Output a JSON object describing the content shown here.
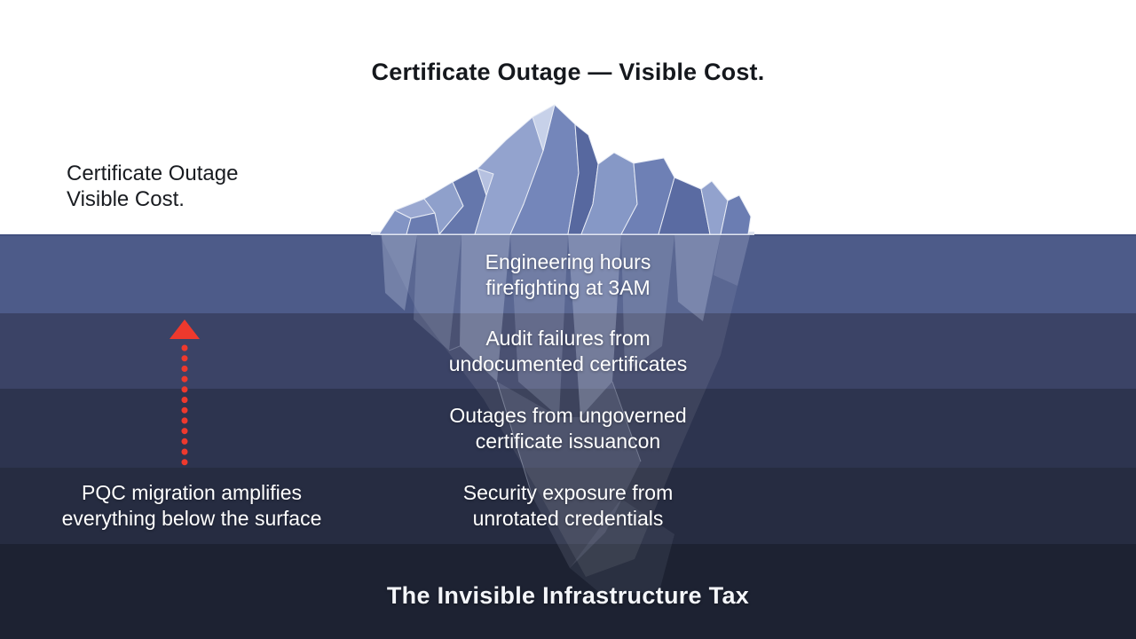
{
  "title": "Certificate Outage — Visible Cost.",
  "left_label": {
    "line1": "Certificate Outage",
    "line2": "Visible Cost."
  },
  "annotation": {
    "line1": "PQC migration amplifies",
    "line2": "everything below the surface"
  },
  "bands": [
    {
      "line1": "Engineering hours",
      "line2": "firefighting at 3AM",
      "color": "#4d5b89"
    },
    {
      "line1": "Audit failures from",
      "line2": "undocumented certificates",
      "color": "#3b4366"
    },
    {
      "line1": "Outages from ungoverned",
      "line2": "certificate issuancon",
      "color": "#2d344f"
    },
    {
      "line1": "Security exposure from",
      "line2": "unrotated credentials",
      "color": "#262c41"
    }
  ],
  "footer": {
    "title": "The Invisible Infrastructure Tax",
    "color": "#1d2232"
  },
  "icons": {
    "up_arrow": "red-dotted-up-arrow",
    "iceberg": "iceberg-illustration"
  },
  "colors": {
    "background": "#ffffff",
    "title_text": "#15181d",
    "band_text": "#ffffff",
    "accent_red": "#ee392d",
    "iceberg_light": "#93a3ce",
    "iceberg_mid": "#7486ba",
    "iceberg_dark": "#57689f",
    "iceberg_highlight": "#c7d1e9",
    "waterline": "#dde3ee"
  }
}
